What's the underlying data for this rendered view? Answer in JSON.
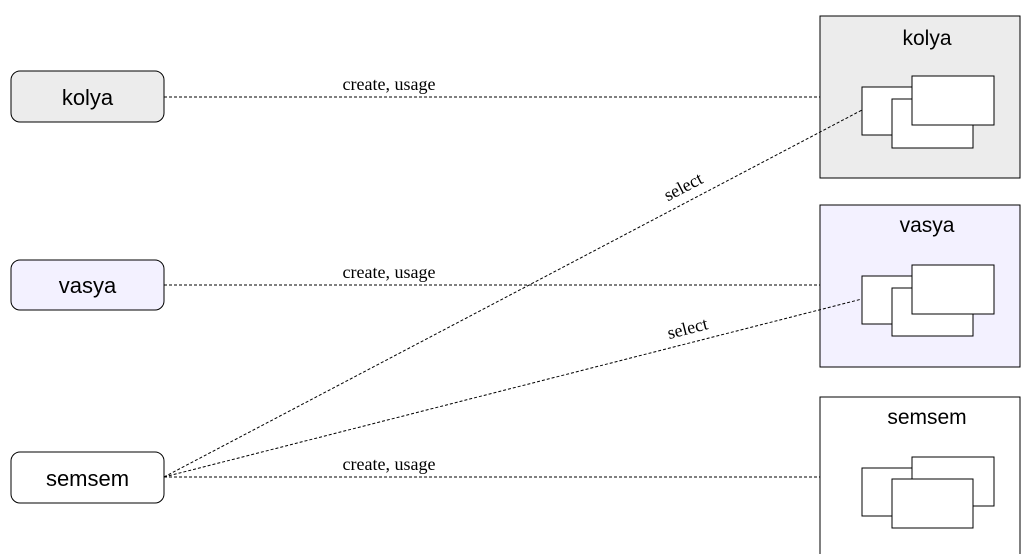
{
  "roles": [
    {
      "id": "kolya",
      "label": "kolya",
      "fill": "#ececec"
    },
    {
      "id": "vasya",
      "label": "vasya",
      "fill": "#f3f1ff"
    },
    {
      "id": "semsem",
      "label": "semsem",
      "fill": "#ffffff"
    }
  ],
  "schemas": [
    {
      "id": "kolya",
      "label": "kolya",
      "fill": "#ececec"
    },
    {
      "id": "vasya",
      "label": "vasya",
      "fill": "#f3f1ff"
    },
    {
      "id": "semsem",
      "label": "semsem",
      "fill": "#ffffff"
    }
  ],
  "grants": [
    {
      "from": "kolya",
      "to": "kolya",
      "label": "create, usage"
    },
    {
      "from": "vasya",
      "to": "vasya",
      "label": "create, usage"
    },
    {
      "from": "semsem",
      "to": "semsem",
      "label": "create, usage"
    },
    {
      "from": "semsem",
      "to": "kolya",
      "label": "select"
    },
    {
      "from": "semsem",
      "to": "vasya",
      "label": "select"
    }
  ]
}
